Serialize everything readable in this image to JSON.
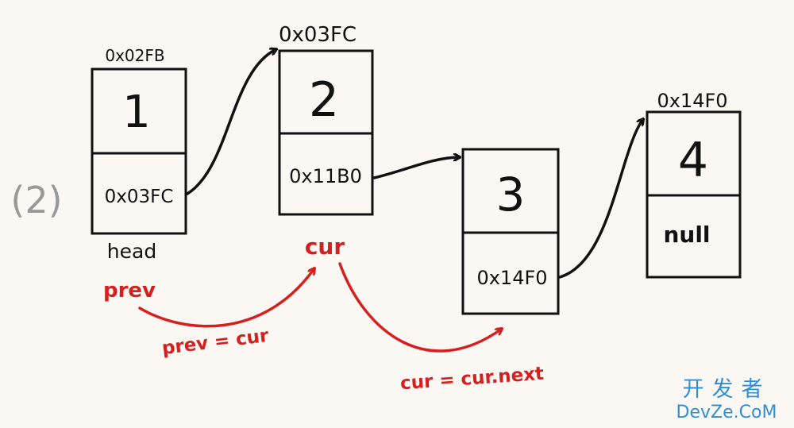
{
  "step_label": "(2)",
  "nodes": [
    {
      "address": "0x02FB",
      "value": "1",
      "next": "0x03FC"
    },
    {
      "address": "0x03FC",
      "value": "2",
      "next": "0x11B0"
    },
    {
      "address": "",
      "value": "3",
      "next": "0x14F0"
    },
    {
      "address": "0x14F0",
      "value": "4",
      "next": "null"
    }
  ],
  "pointers": {
    "head": "head",
    "prev": "prev",
    "cur": "cur"
  },
  "operations": {
    "prev_assign": "prev = cur",
    "cur_assign": "cur = cur.next"
  },
  "colors": {
    "ink": "#111111",
    "annotation": "#d42020",
    "step_label": "#999999",
    "watermark": "#2f8ed8"
  },
  "watermark": {
    "line1": "开发者",
    "line2": "DevZe.CoM"
  }
}
